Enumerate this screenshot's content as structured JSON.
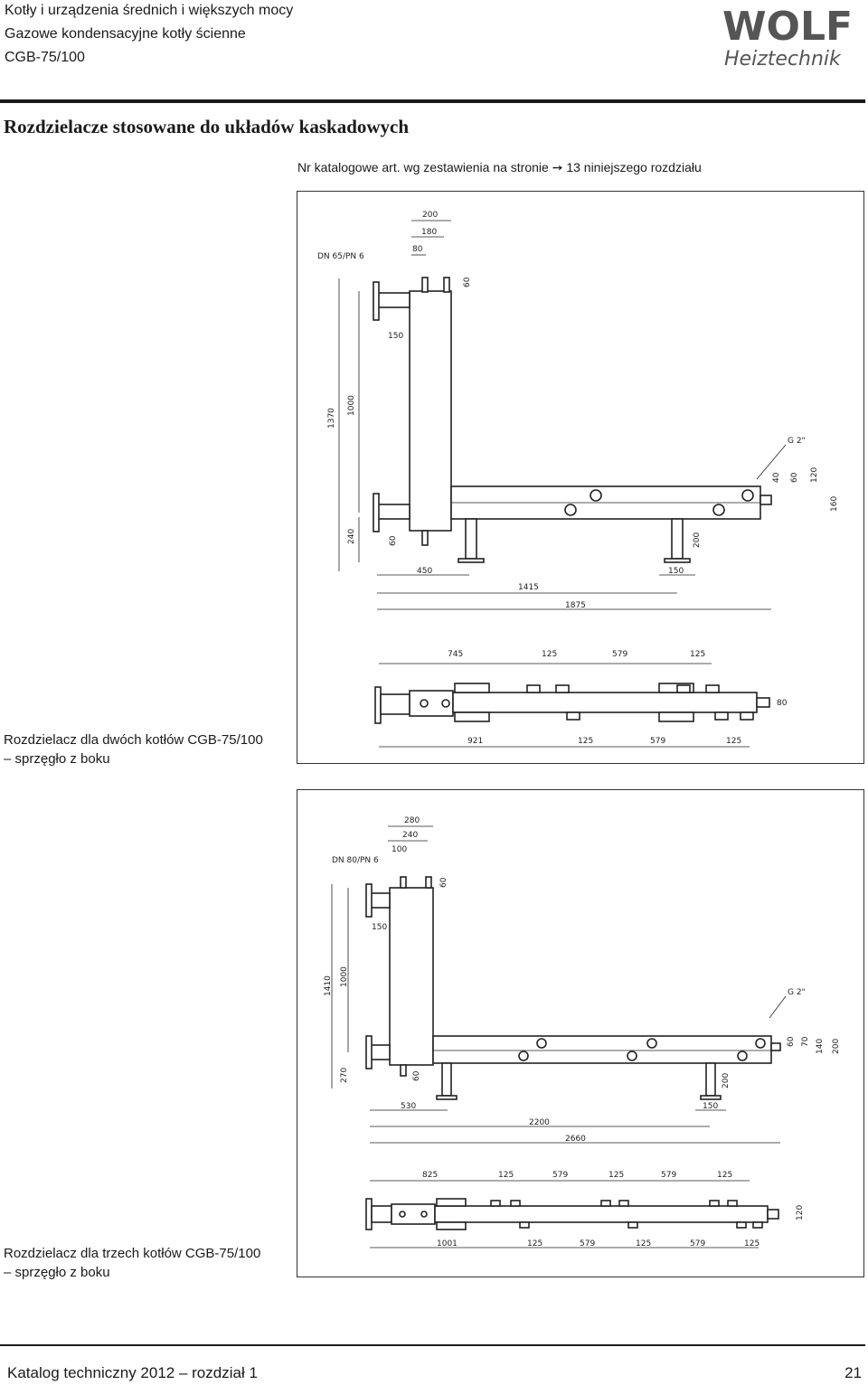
{
  "header": {
    "line1": "Kotły i urządzenia średnich i większych mocy",
    "line2": "Gazowe kondensacyjne kotły ścienne",
    "line3": "CGB-75/100",
    "logo_text": "WOLF",
    "logo_sub": "Heiztechnik"
  },
  "section_title": "Rozdzielacze stosowane do układów kaskadowych",
  "reference": {
    "prefix": "Nr katalogowe art. wg zestawienia na stronie",
    "arrow": "➙",
    "suffix": "13 niniejszego rozdziału"
  },
  "drawing1": {
    "caption_line1": "Rozdzielacz dla dwóch kotłów CGB-75/100",
    "caption_line2": "– sprzęgło z boku",
    "flange": "DN 65/PN 6",
    "thread": "G 2\"",
    "dims_top": [
      "200",
      "180",
      "80",
      "60"
    ],
    "dim_150a": "150",
    "dim_1370": "1370",
    "dim_1000": "1000",
    "dim_240": "240",
    "dim_60": "60",
    "dim_450": "450",
    "dim_1415": "1415",
    "dim_1875": "1875",
    "dim_150b": "150",
    "dim_200": "200",
    "dims_right": [
      "40",
      "60",
      "120",
      "160"
    ],
    "plan_top": [
      "745",
      "125",
      "579",
      "125"
    ],
    "plan_bottom": [
      "921",
      "125",
      "579",
      "125"
    ],
    "plan_80": "80"
  },
  "drawing2": {
    "caption_line1": "Rozdzielacz dla trzech kotłów CGB-75/100",
    "caption_line2": "– sprzęgło z boku",
    "flange": "DN 80/PN 6",
    "thread": "G 2\"",
    "dims_top": [
      "280",
      "240",
      "100",
      "60"
    ],
    "dim_150a": "150",
    "dim_1410": "1410",
    "dim_1000": "1000",
    "dim_270": "270",
    "dim_60": "60",
    "dim_530": "530",
    "dim_2200": "2200",
    "dim_2660": "2660",
    "dim_150b": "150",
    "dim_200": "200",
    "dims_right": [
      "60",
      "70",
      "140",
      "200"
    ],
    "plan_top": [
      "825",
      "125",
      "579",
      "125",
      "579",
      "125"
    ],
    "plan_bottom": [
      "1001",
      "125",
      "579",
      "125",
      "579",
      "125"
    ],
    "plan_120": "120"
  },
  "footer": {
    "left": "Katalog techniczny 2012 – rozdział 1",
    "page": "21"
  }
}
